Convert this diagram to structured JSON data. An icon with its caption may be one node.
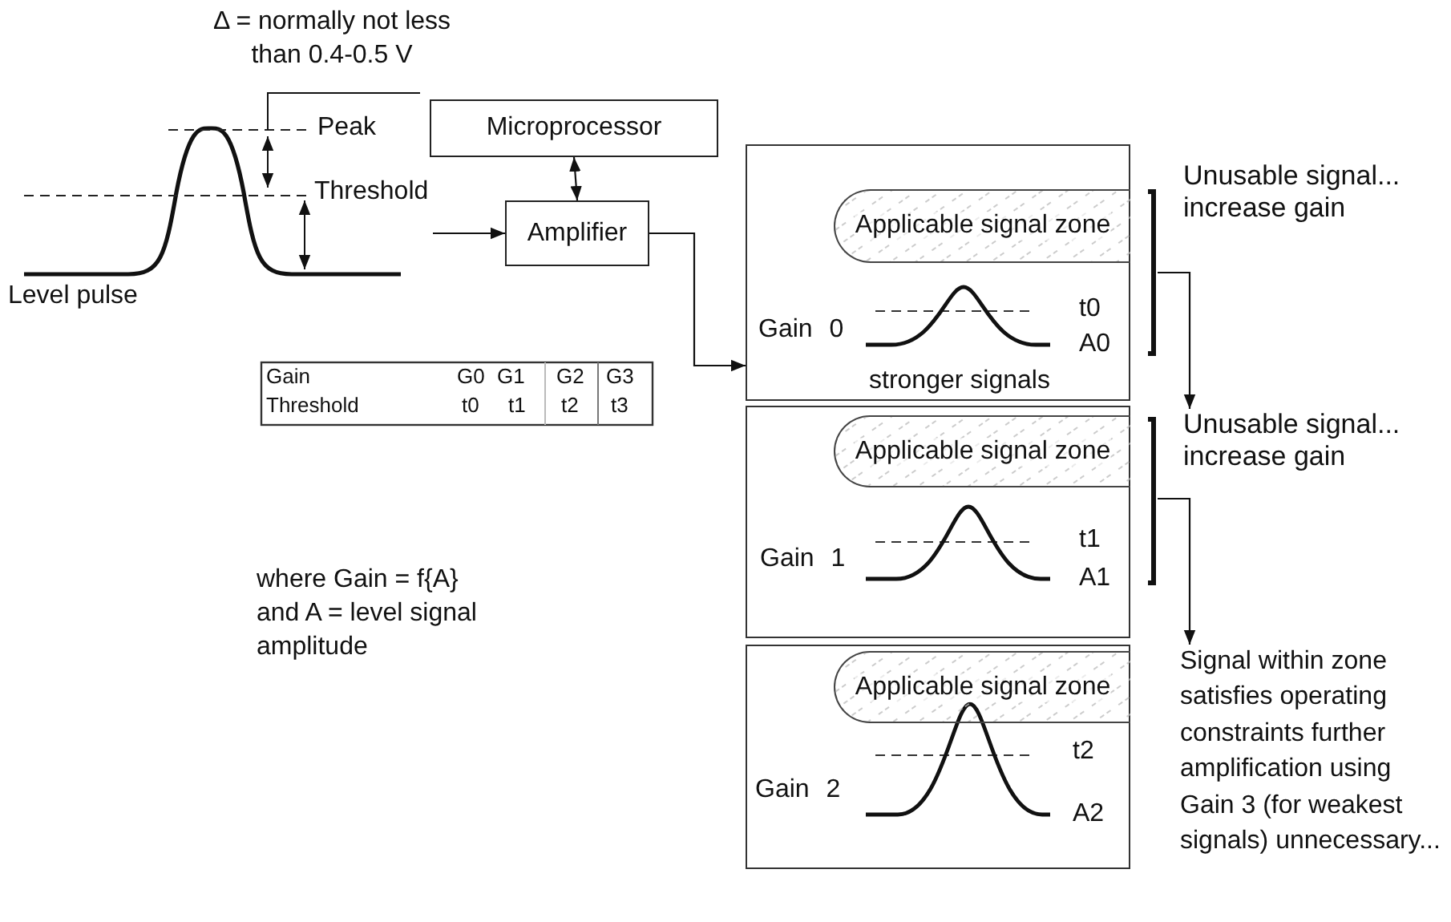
{
  "diagram": {
    "nodes": [
      {
        "text": [
          "Microprocessor"
        ]
      },
      {
        "text": [
          "Amplifier"
        ]
      },
      {
        "text": [
          "Gain 0",
          "t0",
          "A0",
          "stronger signals"
        ]
      },
      {
        "text": [
          "Applicable signal zone"
        ],
        "in": 2
      },
      {
        "text": [
          "Gain 1",
          "t1",
          "A1"
        ]
      },
      {
        "text": [
          "Applicable signal zone"
        ],
        "in": 4
      },
      {
        "text": [
          "Gain 2",
          "t2",
          "A2"
        ]
      },
      {
        "text": [
          "Applicable signal zone"
        ],
        "in": 6
      },
      {
        "text": [
          "Unusable signal... increase gain"
        ]
      },
      {
        "text": [
          "Unusable signal... increase gain"
        ]
      },
      {
        "text": [
          "Signal within zone satisfies operating constraints further amplification using Gain 3 (for weakest signals) unnecessary..."
        ]
      }
    ],
    "edges": [
      {
        "from": 0,
        "to": 1,
        "arrow": "both"
      },
      {
        "from": null,
        "to": 1,
        "arrow": "to"
      },
      {
        "from": 1,
        "to": 2,
        "arrow": "to"
      },
      {
        "from": 8,
        "to": 9,
        "arrow": "to"
      },
      {
        "from": 9,
        "to": 10,
        "arrow": "to"
      }
    ],
    "labels": [
      "Δ = normally not less than 0.4-0.5 V",
      "Peak",
      "Threshold",
      "Level pulse",
      "Gain",
      "G0",
      "G1",
      "G2",
      "G3",
      "Threshold",
      "t0",
      "t1",
      "t2",
      "t3",
      "where Gain = f{A} and A = level signal amplitude"
    ]
  }
}
